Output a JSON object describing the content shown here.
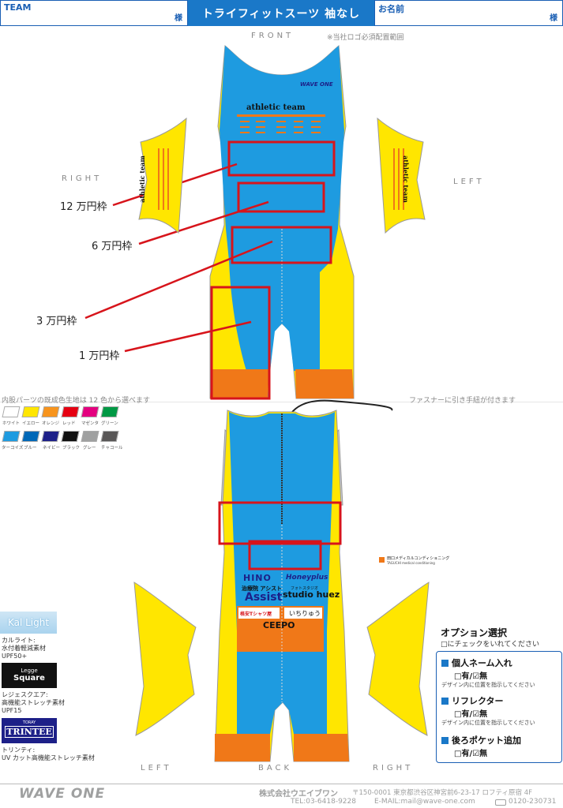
{
  "header": {
    "team_label": "TEAM",
    "team_sama": "様",
    "title": "トライフィットスーツ 袖なし",
    "name_label": "お名前",
    "name_sama": "様"
  },
  "front": {
    "label": "FRONT",
    "logo_note": "※当社ロゴ必須配置範囲",
    "brand_logo": "WAVE ONE",
    "team_text": "athletic team",
    "right_label": "RIGHT",
    "left_label": "LEFT",
    "sleeve_text": "athletic team"
  },
  "prices": {
    "p12": "12 万円枠",
    "p6": "6 万円枠",
    "p3": "3 万円枠",
    "p1": "1 万円枠"
  },
  "colors_section": {
    "note": "内股パーツの既成色生地は 12 色から選べます",
    "zipper_note": "ファスナーに引き手紐が付きます",
    "row1": [
      {
        "label": "ホワイト",
        "hex": "#ffffff"
      },
      {
        "label": "イエロー",
        "hex": "#ffe600"
      },
      {
        "label": "オレンジ",
        "hex": "#f7941d"
      },
      {
        "label": "レッド",
        "hex": "#e60012"
      },
      {
        "label": "マゼンタ",
        "hex": "#e4007f"
      },
      {
        "label": "グリーン",
        "hex": "#009944"
      }
    ],
    "row2": [
      {
        "label": "ターコイズ",
        "hex": "#1e9be0"
      },
      {
        "label": "ブルー",
        "hex": "#0068b7"
      },
      {
        "label": "ネイビー",
        "hex": "#1d2088"
      },
      {
        "label": "ブラック",
        "hex": "#111111"
      },
      {
        "label": "グレー",
        "hex": "#9fa0a0"
      },
      {
        "label": "チャコール",
        "hex": "#595757"
      }
    ]
  },
  "back": {
    "left_label": "LEFT",
    "back_label": "BACK",
    "right_label": "RIGHT",
    "sponsor_hino": "HINO",
    "sponsor_honey": "Honeyplus",
    "sponsor_assist_small": "治療院 アシスト",
    "sponsor_assist": "Assist",
    "sponsor_studio_small": "フォトスタジオ",
    "sponsor_studio": "studio huez",
    "sponsor_shirt": "格安Tシャツ屋",
    "sponsor_ichiryu": "いちりゅう",
    "sponsor_ceepo": "CEEPO",
    "side_logo_text": "田口メディカルコンディショニング",
    "side_logo_sub": "TAGUCHI medical conditioning"
  },
  "materials": {
    "kal_light_logo": "Kal Light",
    "kal_light_lines": [
      "カルライト:",
      "水付着軽減素材",
      "UPF50+"
    ],
    "legge_logo_top": "Legge",
    "legge_logo_bottom": "Square",
    "legge_lines": [
      "レジェスクエア:",
      "高機能ストレッチ素材",
      "UPF15"
    ],
    "trintee_small": "TORAY",
    "trintee_logo": "TRINTEE",
    "trintee_lines": [
      "トリンティ:",
      "UV カット高機能ストレッチ素材"
    ]
  },
  "options": {
    "title": "オプション選択",
    "subtitle": "□にチェックをいれてください",
    "items": [
      {
        "label": "個人ネーム入れ",
        "choice": "□有/☑無",
        "hint": "デザイン内に位置を指示してください"
      },
      {
        "label": "リフレクター",
        "choice": "□有/☑無",
        "hint": "デザイン内に位置を指示してください"
      },
      {
        "label": "後ろポケット追加",
        "choice": "□有/☑無",
        "hint": ""
      }
    ]
  },
  "footer": {
    "logo": "WAVE ONE",
    "company": "株式会社ウエイブワン",
    "address": "〒150-0001 東京都渋谷区神宮前6-23-17 ロフティ原宿 4F",
    "tel": "TEL:03-6418-9228",
    "email": "E-MAIL:mail@wave-one.com",
    "free_dial": "0120-230731"
  }
}
